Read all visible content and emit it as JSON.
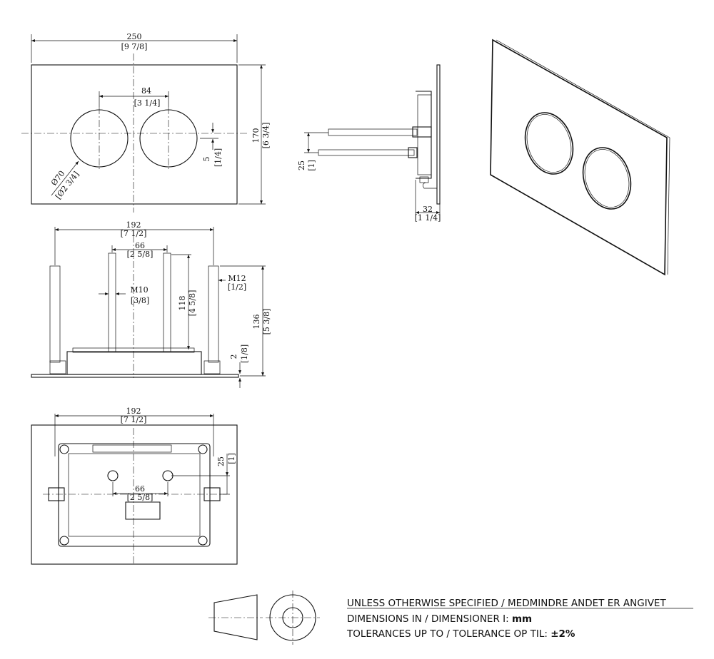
{
  "front_view": {
    "width": "250",
    "width_in": "[9 7/8]",
    "height": "170",
    "height_in": "[6 3/4]",
    "button_spacing": "84",
    "button_spacing_in": "[3 1/4]",
    "button_diameter": "Ø70",
    "button_diameter_in": "[Ø2 3/4]",
    "offset": "5",
    "offset_in": "[1/4]"
  },
  "side_view": {
    "depth": "32",
    "depth_in": "[1 1/4]",
    "offset": "25",
    "offset_in": "[1]"
  },
  "bottom_view": {
    "width": "192",
    "width_in": "[7 1/2]",
    "inner": "66",
    "inner_in": "[2 5/8]",
    "thread_small": "M10",
    "thread_small_in": "[3/8]",
    "thread_large": "M12",
    "thread_large_in": "[1/2]",
    "rod_length": "118",
    "rod_length_in": "[4 5/8]",
    "total_height": "136",
    "total_height_in": "[5 3/8]",
    "plate": "2",
    "plate_in": "[1/8]"
  },
  "rear_view": {
    "width": "192",
    "width_in": "[7 1/2]",
    "inner": "66",
    "inner_in": "[2 5/8]",
    "offset": "25",
    "offset_in": "[1]"
  },
  "notes": {
    "line1": "UNLESS OTHERWISE SPECIFIED / MEDMINDRE ANDET ER ANGIVET",
    "line2_prefix": "DIMENSIONS IN / DIMENSIONER I: ",
    "line2_value": "mm",
    "line3_prefix": "TOLERANCES UP TO / TOLERANCE OP TIL: ",
    "line3_value": "±2%"
  }
}
